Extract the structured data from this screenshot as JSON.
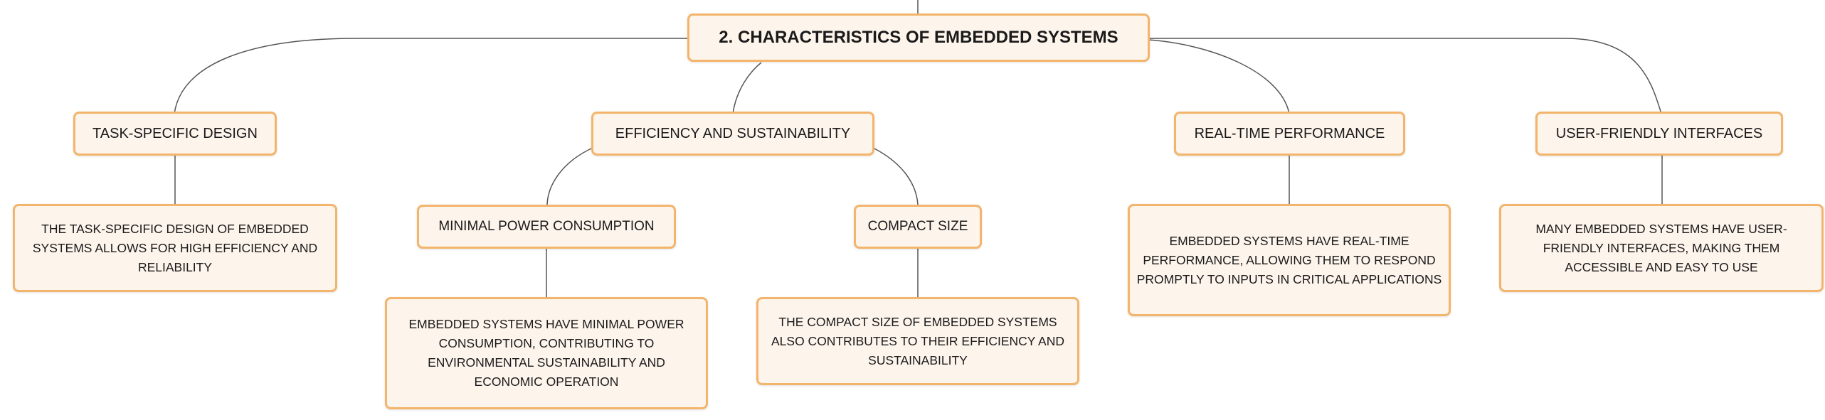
{
  "root": {
    "label": "2. CHARACTERISTICS OF EMBEDDED SYSTEMS"
  },
  "branches": [
    {
      "label": "TASK-SPECIFIC DESIGN",
      "detail": "THE TASK-SPECIFIC DESIGN OF EMBEDDED SYSTEMS ALLOWS FOR HIGH EFFICIENCY AND RELIABILITY"
    },
    {
      "label": "EFFICIENCY AND SUSTAINABILITY",
      "children": [
        {
          "label": "MINIMAL POWER CONSUMPTION",
          "detail": "EMBEDDED SYSTEMS HAVE MINIMAL POWER CONSUMPTION, CONTRIBUTING TO ENVIRONMENTAL SUSTAINABILITY AND ECONOMIC OPERATION"
        },
        {
          "label": "COMPACT SIZE",
          "detail": "THE COMPACT SIZE OF EMBEDDED SYSTEMS ALSO CONTRIBUTES TO THEIR EFFICIENCY AND SUSTAINABILITY"
        }
      ]
    },
    {
      "label": "REAL-TIME PERFORMANCE",
      "detail": "EMBEDDED SYSTEMS HAVE REAL-TIME PERFORMANCE, ALLOWING THEM TO RESPOND PROMPTLY TO INPUTS IN CRITICAL APPLICATIONS"
    },
    {
      "label": "USER-FRIENDLY INTERFACES",
      "detail": "MANY EMBEDDED SYSTEMS HAVE USER-FRIENDLY INTERFACES, MAKING THEM ACCESSIBLE AND EASY TO USE"
    }
  ],
  "colors": {
    "node_fill": "#fdf4ec",
    "node_border": "#f3b56b",
    "connector": "#555555",
    "text": "#1a1a1a"
  }
}
